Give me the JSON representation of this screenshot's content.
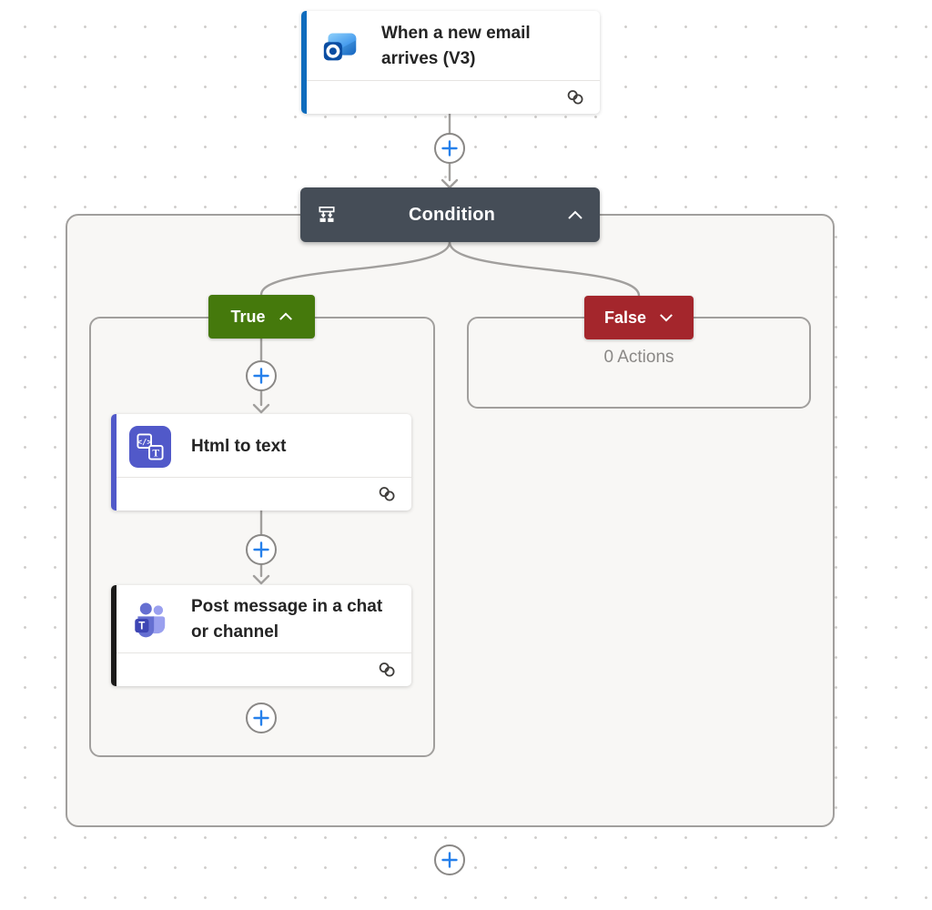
{
  "colors": {
    "trigger_accent": "#0f6cbd",
    "condition_header_bg": "#454d57",
    "true_badge_bg": "#45790c",
    "false_badge_bg": "#a4262c",
    "html_accent": "#5159c9",
    "teams_accent": "#1b1a19",
    "plus_icon_blue": "#2680eb",
    "connector_gray": "#a19f9d",
    "scope_fill": "#f8f7f5"
  },
  "nodes": {
    "trigger": {
      "title": "When a new email arrives (V3)",
      "icon": "outlook-icon",
      "footer_icon": "link-icon"
    },
    "condition": {
      "title": "Condition",
      "icon": "condition-icon",
      "collapse_icon": "chevron-up-icon"
    },
    "true_branch": {
      "label": "True",
      "collapse_icon": "chevron-up-icon"
    },
    "false_branch": {
      "label": "False",
      "collapse_icon": "chevron-down-icon",
      "empty_text": "0 Actions"
    },
    "html_to_text": {
      "title": "Html to text",
      "icon": "html-to-text-icon",
      "footer_icon": "link-icon"
    },
    "post_message": {
      "title": "Post message in a chat or channel",
      "icon": "teams-icon",
      "footer_icon": "link-icon"
    }
  },
  "add_action_button": {
    "icon": "plus-icon"
  }
}
